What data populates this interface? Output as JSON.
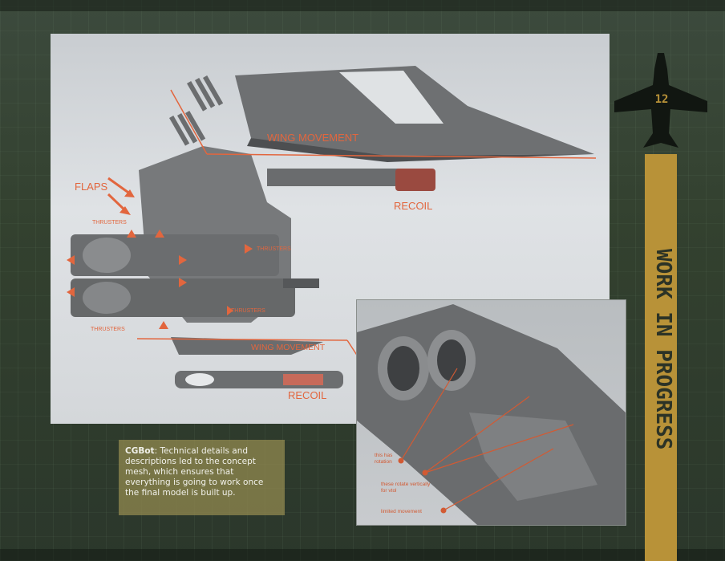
{
  "page": {
    "number": "12",
    "side_title": "WORK IN PROGRESS"
  },
  "main_labels": {
    "wing_movement_top": "WING MOVEMENT",
    "flaps": "FLAPS",
    "recoil_top": "RECOIL",
    "thrusters_1": "THRUSTERS",
    "thrusters_2": "THRUSTERS",
    "thrusters_3": "THRUSTERS",
    "thrusters_4": "THRUSTERS",
    "wing_movement_bottom": "WING MOVEMENT",
    "recoil_bottom": "RECOIL"
  },
  "inset_labels": {
    "rotation": "this has rotation",
    "vtol": "these rotate vertically for vtol",
    "limited": "limited movement"
  },
  "caption": {
    "lead": "CGBot",
    "text": ": Technical details and descriptions led to the concept mesh, which ensures that everything is going to work once the final model is built up."
  },
  "colors": {
    "annotation": "#e2663e",
    "banner": "#b89238",
    "caption_bg": "#968c50"
  }
}
